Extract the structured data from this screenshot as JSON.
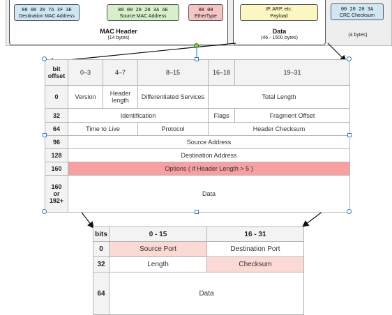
{
  "ethernet": {
    "mac_header": {
      "title": "MAC Header",
      "size": "(14 bytes)",
      "dest": {
        "hex": "80 00 20 7A 3F 3E",
        "label": "Destination MAC Address"
      },
      "src": {
        "hex": "80 00 20 20 3A AE",
        "label": "Source MAC Address"
      },
      "type": {
        "hex": "08 00",
        "label": "EtherType"
      }
    },
    "data": {
      "title": "Data",
      "size": "(46 - 1500 bytes)",
      "payload_line1": "IP, ARP, etc.",
      "payload_line2": "Payload"
    },
    "crc": {
      "hex": "00 20 20 3A",
      "label": "CRC Checksum",
      "size": "(4 bytes)"
    },
    "colors": {
      "blue": "#cfe7f5",
      "green": "#d7f0c9",
      "red": "#f5c5c5",
      "yellow": "#fbf6c2"
    }
  },
  "ip_header": {
    "head": {
      "bit_offset_l1": "bit",
      "bit_offset_l2": "offset",
      "c0": "0–3",
      "c1": "4–7",
      "c2": "8–15",
      "c3": "16–18",
      "c4": "19–31"
    },
    "rows": [
      {
        "offset": "0",
        "version": "Version",
        "hl1": "Header",
        "hl2": "length",
        "ds": "Differentiated Services",
        "total": "Total Length"
      },
      {
        "offset": "32",
        "id": "Identification",
        "flags": "Flags",
        "frag": "Fragment Offset"
      },
      {
        "offset": "64",
        "ttl": "Time to Live",
        "proto": "Protocol",
        "cksum": "Header Checksum"
      },
      {
        "offset": "96",
        "src": "Source Address"
      },
      {
        "offset": "128",
        "dst": "Destination Address"
      },
      {
        "offset": "160",
        "options": "Options ( if Header Length > 5 )"
      },
      {
        "off1": "160",
        "off2": "or",
        "off3": "192+",
        "data": "Data"
      }
    ],
    "highlight_color": "#f7a0a2"
  },
  "udp_header": {
    "head": {
      "bits": "bits",
      "c0": "0 - 15",
      "c1": "16 - 31"
    },
    "rows": [
      {
        "offset": "0",
        "a": "Source Port",
        "b": "Destination Port"
      },
      {
        "offset": "32",
        "a": "Length",
        "b": "Checksum"
      },
      {
        "offset": "64",
        "data": "Data"
      }
    ],
    "pink_color": "#fbd9d4"
  }
}
